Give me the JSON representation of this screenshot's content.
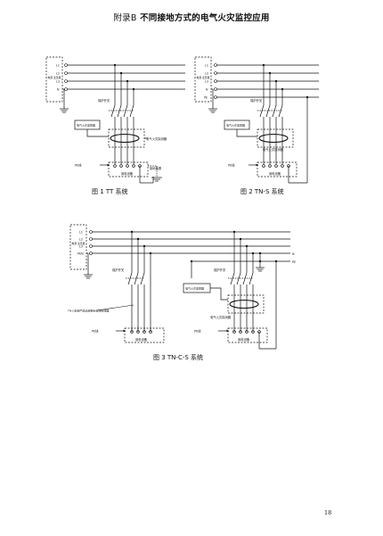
{
  "header": {
    "prefix": "附录B",
    "title": "不同接地方式的电气火灾监控应用"
  },
  "labels": {
    "l1": "L1",
    "l2": "L2",
    "l3": "L3",
    "n": "N",
    "pe": "PE",
    "pen": "PEN",
    "source": "电源 变压器",
    "breaker": "保护开关",
    "monitor": "电气火灾监控器",
    "detector": "电气火灾探测器",
    "pe_bus": "PE线",
    "equipment": "用电设备",
    "load_device": "用电设备",
    "grounding": "接地装置",
    "tnc_note": "TN-C系统严禁设置剩余电流探测器"
  },
  "captions": {
    "fig1": "图 1    TT 系统",
    "fig2": "图 2    TN-S 系统",
    "fig3": "图 3    TN-C-S 系统"
  },
  "page_number": "18"
}
